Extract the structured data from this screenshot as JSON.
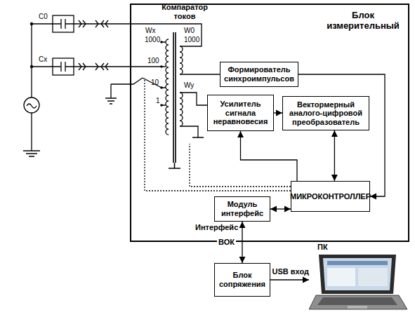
{
  "diagram": {
    "nodes": [
      {
        "text": [
          "Блок измерительный"
        ]
      },
      {
        "text": [
          "Формирователь синхроимпульсов"
        ],
        "in": 0
      },
      {
        "text": [
          "Усилитель сигнала неравновесия"
        ],
        "in": 0
      },
      {
        "text": [
          "Вектормерный аналого-цифровой преобразователь"
        ],
        "in": 0
      },
      {
        "text": [
          "МИКРОКОНТРОЛЛЕР"
        ],
        "in": 0
      },
      {
        "text": [
          "Модуль интерфейс"
        ],
        "in": 0
      },
      {
        "text": [
          "Блок сопряжения"
        ]
      },
      {
        "text": [
          "ПК"
        ]
      }
    ],
    "edges": [
      {
        "from": 2,
        "to": 3,
        "arrow": "to"
      },
      {
        "from": 3,
        "to": 4,
        "arrow": "both"
      },
      {
        "from": 1,
        "to": 4,
        "arrow": "to"
      },
      {
        "from": 4,
        "to": 2,
        "arrow": "to"
      },
      {
        "from": 5,
        "to": 4,
        "arrow": "both"
      },
      {
        "from": 5,
        "to": 6,
        "label": "ВОК",
        "arrow": "both"
      },
      {
        "from": 6,
        "to": 7,
        "label": "USB вход",
        "arrow": "to"
      }
    ],
    "labels": [
      "Компаратор токов",
      "C0",
      "Cx",
      "Wx",
      "W0",
      "1000",
      "1000",
      "100",
      "10",
      "1",
      "Wy",
      "Интерфейс"
    ]
  }
}
